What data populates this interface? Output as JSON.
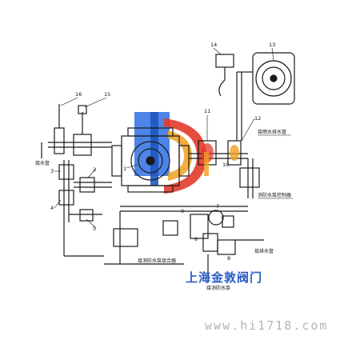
{
  "part_numbers": {
    "n1": "1",
    "n2": "2",
    "n3": "3",
    "n4": "4",
    "n5": "5",
    "n6": "6",
    "n7": "7",
    "n8": "8",
    "n9": "9",
    "n10": "10",
    "n11": "11",
    "n12": "12",
    "n13": "13",
    "n14": "14",
    "n15": "15",
    "n16": "16"
  },
  "labels": {
    "top_right": "接雨水排水管",
    "mid_right": "消防水泵控制器",
    "left_mid": "接水管",
    "center_bottom": "接消防水泵接合器",
    "right_bottom": "接排水管",
    "bottom": "接消防水泵",
    "brand": "上海金敦阀门",
    "watermark": "www.hi1718.com"
  },
  "colors": {
    "line": "#1a1a1a",
    "blue_accent": "#2f6fe0",
    "red_accent": "#e23a2a",
    "orange_accent": "#f0a020",
    "brand_text": "#2a5cc7",
    "watermark": "#b4b4b4"
  }
}
